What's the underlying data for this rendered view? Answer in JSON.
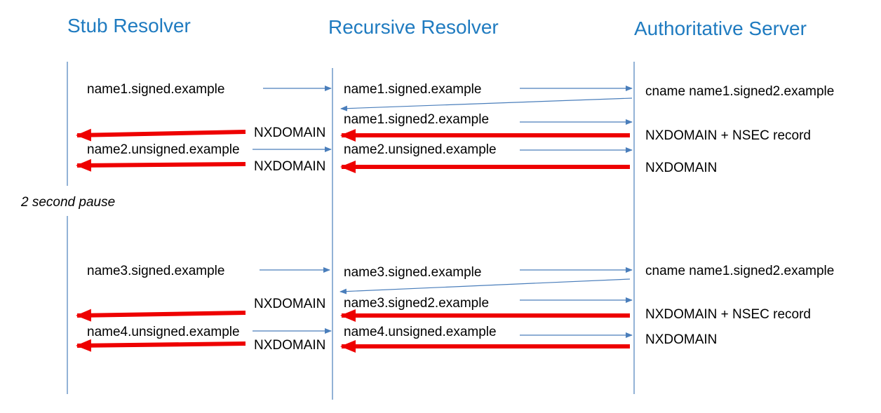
{
  "participants": {
    "stub": "Stub Resolver",
    "recursive": "Recursive Resolver",
    "authoritative": "Authoritative Server"
  },
  "pause_label": "2 second pause",
  "messages": [
    {
      "text": "name1.signed.example"
    },
    {
      "text": "name1.signed.example"
    },
    {
      "text": "cname name1.signed2.example"
    },
    {
      "text": "name1.signed2.example"
    },
    {
      "text": "NXDOMAIN"
    },
    {
      "text": "NXDOMAIN + NSEC record"
    },
    {
      "text": "name2.unsigned.example"
    },
    {
      "text": "name2.unsigned.example"
    },
    {
      "text": "NXDOMAIN"
    },
    {
      "text": "NXDOMAIN"
    },
    {
      "text": "name3.signed.example"
    },
    {
      "text": "name3.signed.example"
    },
    {
      "text": "cname name1.signed2.example"
    },
    {
      "text": "NXDOMAIN"
    },
    {
      "text": "name3.signed2.example"
    },
    {
      "text": "NXDOMAIN + NSEC record"
    },
    {
      "text": "name4.unsigned.example"
    },
    {
      "text": "name4.unsigned.example"
    },
    {
      "text": "NXDOMAIN"
    },
    {
      "text": "NXDOMAIN"
    }
  ],
  "colors": {
    "header": "#1f7bc0",
    "lifeline": "#4a7ebb",
    "query_arrow": "#4a7ebb",
    "nxdomain_arrow": "#ee0000"
  }
}
